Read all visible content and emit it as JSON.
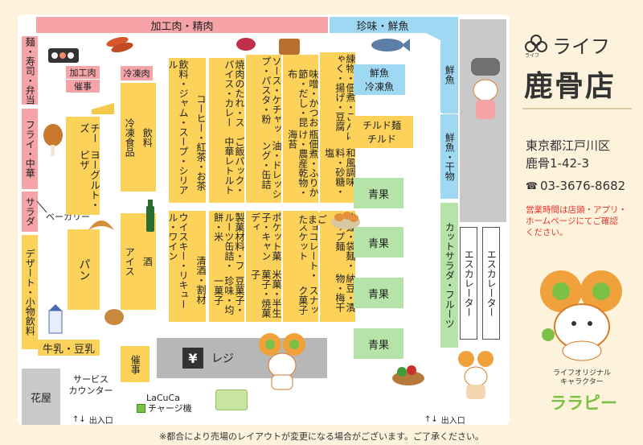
{
  "store": {
    "brand": "ライフ",
    "brand_small": "ライフ",
    "name": "鹿骨店",
    "address_line1": "東京都江戸川区",
    "address_line2": "鹿骨1-42-3",
    "phone_icon": "phone-icon",
    "phone": "03-3676-8682",
    "hours_note": [
      "営業時間は店頭・アプリ・",
      "ホームページにてご確認",
      "ください。"
    ],
    "character_caption": [
      "ライフオリジナル",
      "キャラクター"
    ],
    "character_name": "ララピー"
  },
  "footer_note": "※都合により売場のレイアウトが変更になる場合がございます。ご了承ください。",
  "sections": {
    "top_meat": "加工肉・精肉",
    "top_fish": "珍味・鮮魚",
    "right_fish": "鮮魚",
    "right_fish_dried": "鮮魚・干物",
    "right_cut": "カットサラダ・フルーツ",
    "escalator1": "エスカレーター",
    "escalator2": "エスカレーター",
    "left_sushi": "麺・寿司・弁当",
    "left_fry": "フライ・中華",
    "left_salad": "サラダ",
    "left_dessert": "デザート・小物飲料",
    "bakery_label": "ベーカリー",
    "bread": "パン",
    "milk": "牛乳・豆乳",
    "processed_event_1": "加工肉",
    "processed_event_2": "催事",
    "cheese": "チーズ",
    "yogurt": "ヨーグルト・ピザ",
    "frozen_meat": "冷凍肉",
    "frozen_food": "冷凍食品",
    "drinks": "飲料",
    "ice": "アイス",
    "liquor": "酒",
    "event": "催事",
    "register": "レジ",
    "yen_icon": "¥",
    "flower": "花屋",
    "service_1": "サービス",
    "service_2": "カウンター",
    "lacuca_1": "LaCuCa",
    "lacuca_2": "チャージ機",
    "entrance_1": "出入口",
    "entrance_2": "出入口",
    "fish_frozen_1": "鮮魚",
    "fish_frozen_2": "冷凍魚",
    "chilled_1": "チルド麺",
    "chilled_2": "チルド",
    "veg": [
      "青果",
      "青果",
      "青果",
      "青果"
    ],
    "aisle1_top": "飲料・ジャム・スープ・シリアル",
    "aisle1_bottom": "ウイスキー・リキュール・ワイン",
    "aisle2_top": "コーヒー・紅茶・お茶",
    "aisle2_bottom": "清酒・割材",
    "aisle3_top": "焼肉のたれ・スパイス・カレー",
    "aisle3_top2": "ご飯パック・中華レトルト",
    "aisle3_bottom": "製菓材料・フルーツ缶詰・餅・米",
    "aisle3_bottom2": "豆菓子・珍味・均一菓子",
    "aisle4_top": "ソース・ケチャップ・パスタ・粉",
    "aisle4_top2": "油・ドレッシング・缶詰",
    "aisle4_bottom": "ポケット菓子・キャンディ",
    "aisle4_bottom2": "米菓・半生菓子・焼菓子",
    "aisle5_top": "味噌・かつお節・だし・昆布",
    "aisle5_top2": "瓶佃煮・ふりかけ・農産乾物・海苔",
    "aisle5_bottom": "チョコレート・ビスケット",
    "aisle5_bottom2": "スナック菓子",
    "aisle6_top": "練物・佃煮・こんにゃく・揚げ・豆腐",
    "aisle6_top2": "和風調味料・砂糖・塩",
    "aisle6_bottom_a": "たまご",
    "aisle6_bottom": "乾麺・袋麺・カップ麺",
    "aisle6_bottom2": "納豆・漬物・梅干"
  },
  "colors": {
    "meat": "#f6a4a8",
    "grocery": "#fcd25a",
    "fish": "#9ed8f3",
    "produce": "#b5e3a8",
    "service": "#c9c9c9",
    "alert": "#e6322d",
    "mascot": "#7cc144"
  }
}
